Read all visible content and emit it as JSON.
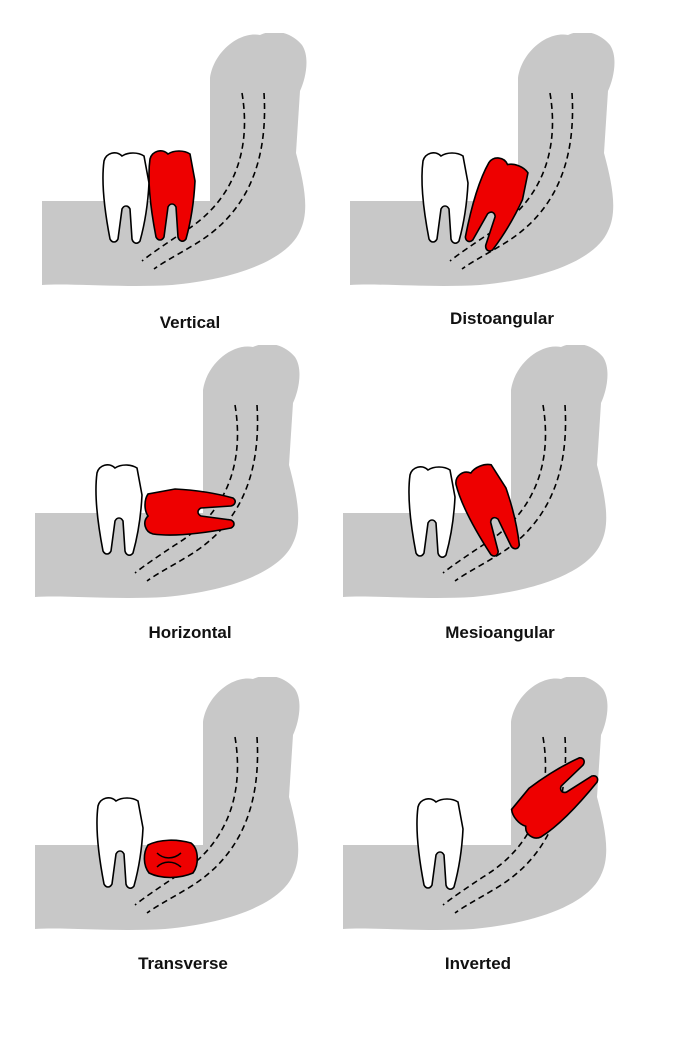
{
  "colors": {
    "bone": "#c8c8c8",
    "impacted_tooth": "#ee0000",
    "normal_tooth": "#ffffff",
    "outline": "#000000"
  },
  "panels": [
    {
      "id": "vertical",
      "label": "Vertical"
    },
    {
      "id": "distoangular",
      "label": "Distoangular"
    },
    {
      "id": "horizontal",
      "label": "Horizontal"
    },
    {
      "id": "mesioangular",
      "label": "Mesioangular"
    },
    {
      "id": "transverse",
      "label": "Transverse"
    },
    {
      "id": "inverted",
      "label": "Inverted"
    }
  ]
}
